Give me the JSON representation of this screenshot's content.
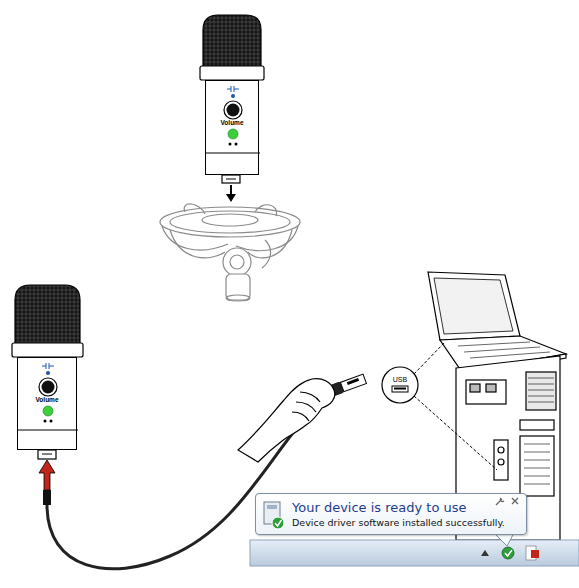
{
  "diagram": {
    "nodes": [
      {
        "text": [
          "Volume"
        ]
      },
      {
        "text": [
          "Volume"
        ]
      },
      {
        "text": [
          "USB"
        ]
      },
      {
        "text": [
          "Your device is ready to use",
          "Device driver software installed successfully."
        ]
      }
    ]
  }
}
